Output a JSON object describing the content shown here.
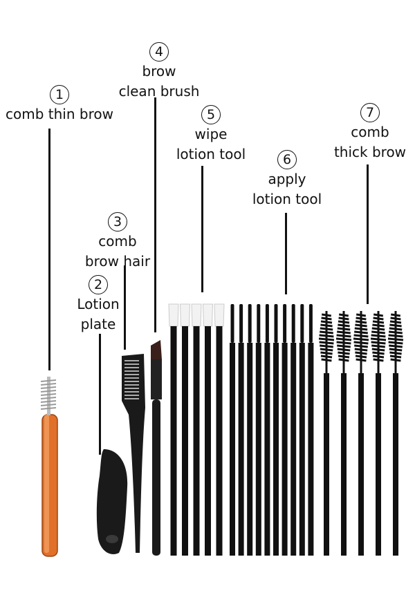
{
  "labels": [
    {
      "id": "1",
      "number": "1",
      "lines": [
        "comb thin brow"
      ]
    },
    {
      "id": "2",
      "number": "2",
      "lines": [
        "Lotion",
        "plate"
      ]
    },
    {
      "id": "3",
      "number": "3",
      "lines": [
        "comb",
        "brow hair"
      ]
    },
    {
      "id": "4",
      "number": "4",
      "lines": [
        "brow",
        "clean brush"
      ]
    },
    {
      "id": "5",
      "number": "5",
      "lines": [
        "wipe",
        "lotion tool"
      ]
    },
    {
      "id": "6",
      "number": "6",
      "lines": [
        "apply",
        "lotion tool"
      ]
    },
    {
      "id": "7",
      "number": "7",
      "lines": [
        "comb",
        "thick brow"
      ]
    }
  ],
  "tools": {
    "spoolie_orange": {
      "color": "#e0702a",
      "count": 1
    },
    "lotion_plate": {
      "color": "#1a1a1a",
      "count": 1
    },
    "tail_comb": {
      "color": "#1a1a1a",
      "count": 1
    },
    "angled_brush": {
      "color": "#1a1a1a",
      "count": 1
    },
    "foam_applicators": {
      "tip_color": "#f2f2f2",
      "handle_color": "#111111",
      "count": 5
    },
    "micro_applicators": {
      "handle_color": "#111111",
      "count": 10
    },
    "mascara_wands": {
      "handle_color": "#111111",
      "count": 5
    }
  }
}
